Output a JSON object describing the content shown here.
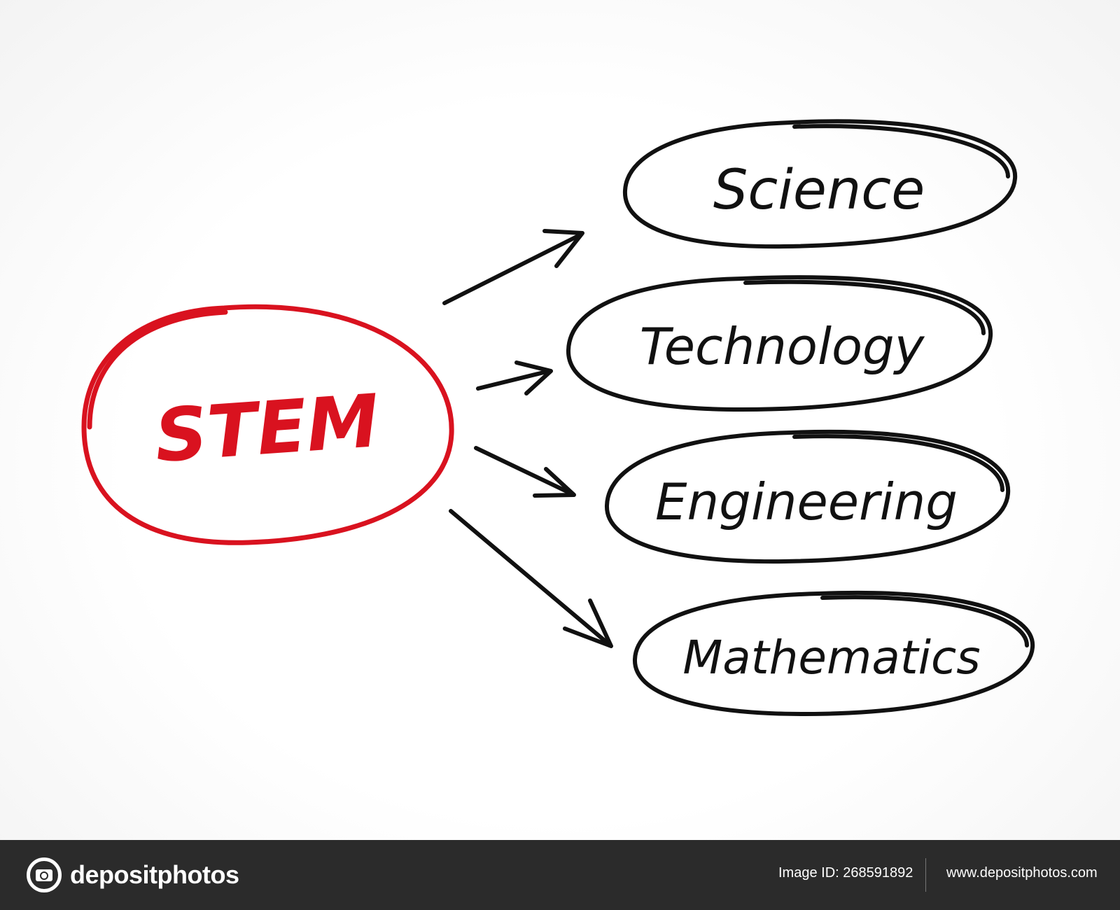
{
  "diagram": {
    "center": {
      "label": "STEM",
      "color": "#d9121f"
    },
    "branches": [
      {
        "label": "Science"
      },
      {
        "label": "Technology"
      },
      {
        "label": "Engineering"
      },
      {
        "label": "Mathematics"
      }
    ],
    "stroke_color": "#111111"
  },
  "footer": {
    "logo_text": "depositphotos",
    "image_id": "Image ID: 268591892",
    "site_url": "www.depositphotos.com"
  }
}
